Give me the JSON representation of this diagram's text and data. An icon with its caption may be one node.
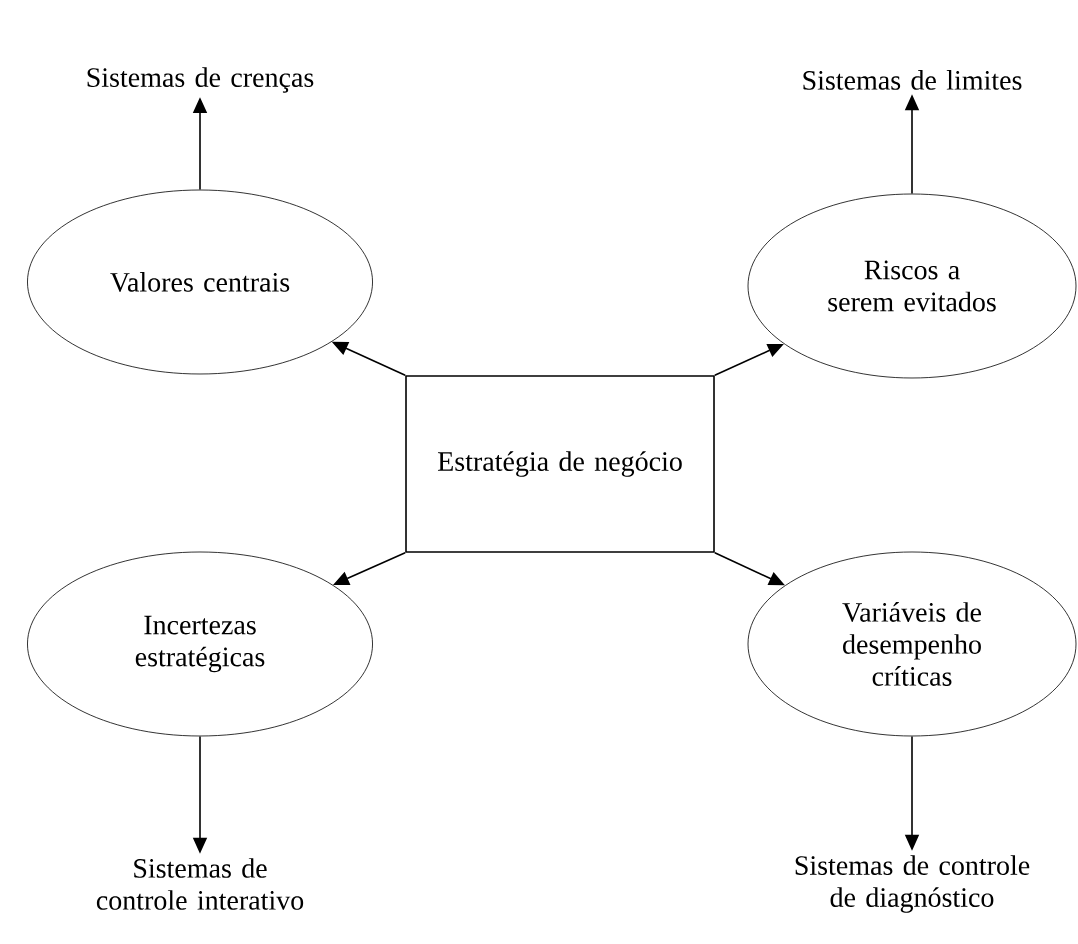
{
  "diagram": {
    "nodes": [
      {
        "text": [
          "Estratégia de negócio"
        ]
      },
      {
        "text": [
          "Valores centrais"
        ]
      },
      {
        "text": [
          "Riscos a serem evitados"
        ]
      },
      {
        "text": [
          "Incertezas estratégicas"
        ]
      },
      {
        "text": [
          "Variáveis de desempenho críticas"
        ]
      },
      {
        "text": [
          "Sistemas de crenças"
        ]
      },
      {
        "text": [
          "Sistemas de limites"
        ]
      },
      {
        "text": [
          "Sistemas de controle interativo"
        ]
      },
      {
        "text": [
          "Sistemas de controle de diagnóstico"
        ]
      }
    ],
    "edges": [
      {
        "from": 0,
        "to": 1,
        "arrow": "to"
      },
      {
        "from": 0,
        "to": 2,
        "arrow": "to"
      },
      {
        "from": 0,
        "to": 3,
        "arrow": "to"
      },
      {
        "from": 0,
        "to": 4,
        "arrow": "to"
      },
      {
        "from": 1,
        "to": 5,
        "arrow": "to"
      },
      {
        "from": 2,
        "to": 6,
        "arrow": "to"
      },
      {
        "from": 3,
        "to": 7,
        "arrow": "to"
      },
      {
        "from": 4,
        "to": 8,
        "arrow": "to"
      }
    ]
  }
}
